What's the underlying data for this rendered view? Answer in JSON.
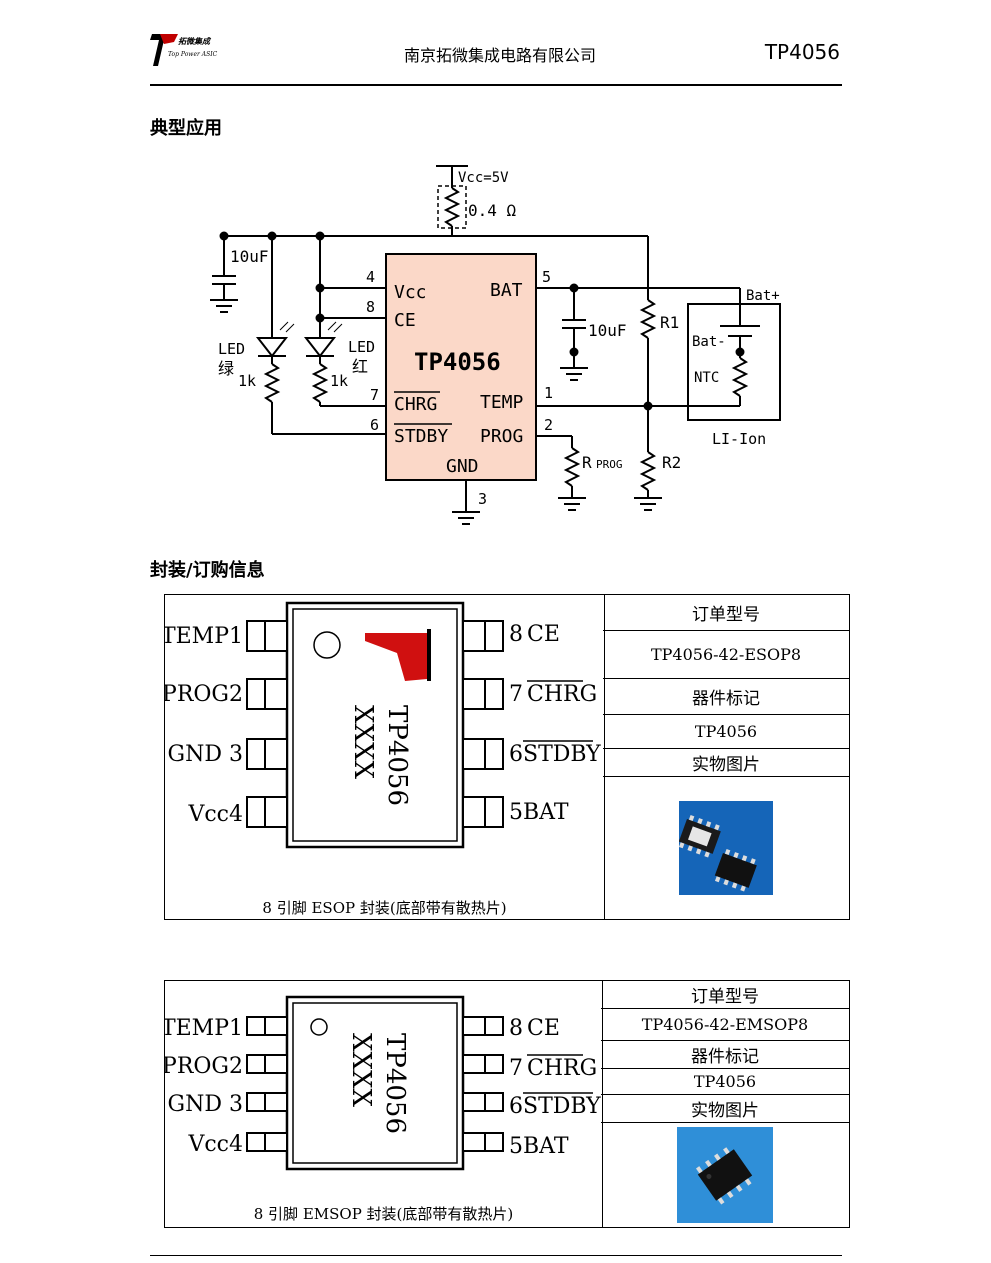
{
  "header": {
    "logo_text_cn": "拓微集成",
    "logo_text_en": "Top Power ASIC",
    "company": "南京拓微集成电路有限公司",
    "part": "TP4056"
  },
  "sections": {
    "typical_application": "典型应用",
    "package_ordering": "封装/订购信息"
  },
  "circuit": {
    "supply": "Vcc=5V",
    "sense_res": "0.4 Ω",
    "input_cap": "10uF",
    "output_cap": "10uF",
    "chip": "TP4056",
    "pin_vcc": "Vcc",
    "pin_ce": "CE",
    "pin_chrg": "CHRG",
    "pin_stdby": "STDBY",
    "pin_bat": "BAT",
    "pin_temp": "TEMP",
    "pin_prog": "PROG",
    "pin_gnd": "GND",
    "pin4": "4",
    "pin8": "8",
    "pin7": "7",
    "pin6": "6",
    "pin5": "5",
    "pin1": "1",
    "pin2": "2",
    "pin3": "3",
    "led_green": "LED",
    "led_green_color": "绿",
    "led_red": "LED",
    "led_red_color": "红",
    "r_led1": "1k",
    "r_led2": "1k",
    "r1": "R1",
    "r2": "R2",
    "rprog": "R",
    "rprog_sub": "PROG",
    "bat_plus": "Bat+",
    "bat_minus": "Bat-",
    "ntc": "NTC",
    "battery": "LI-Ion"
  },
  "packages": [
    {
      "pins_left": [
        "TEMP1",
        "PROG2",
        "GND 3",
        "Vcc4"
      ],
      "pins_right_num": [
        "8",
        "7",
        "6",
        "5"
      ],
      "pins_right_name": [
        "CE",
        "CHRG",
        "STDBY",
        "BAT"
      ],
      "marking_line1": "TP4056",
      "marking_line2": "XXXX",
      "caption": "8 引脚 ESOP 封装(底部带有散热片)",
      "order_label": "订单型号",
      "order_value": "TP4056-42-ESOP8",
      "mark_label": "器件标记",
      "mark_value": "TP4056",
      "photo_label": "实物图片"
    },
    {
      "pins_left": [
        "TEMP1",
        "PROG2",
        "GND 3",
        "Vcc4"
      ],
      "pins_right_num": [
        "8",
        "7",
        "6",
        "5"
      ],
      "pins_right_name": [
        "CE",
        "CHRG",
        "STDBY",
        "BAT"
      ],
      "marking_line1": "TP4056",
      "marking_line2": "XXXX",
      "caption": "8 引脚 EMSOP 封装(底部带有散热片)",
      "order_label": "订单型号",
      "order_value": "TP4056-42-EMSOP8",
      "mark_label": "器件标记",
      "mark_value": "TP4056",
      "photo_label": "实物图片"
    }
  ]
}
